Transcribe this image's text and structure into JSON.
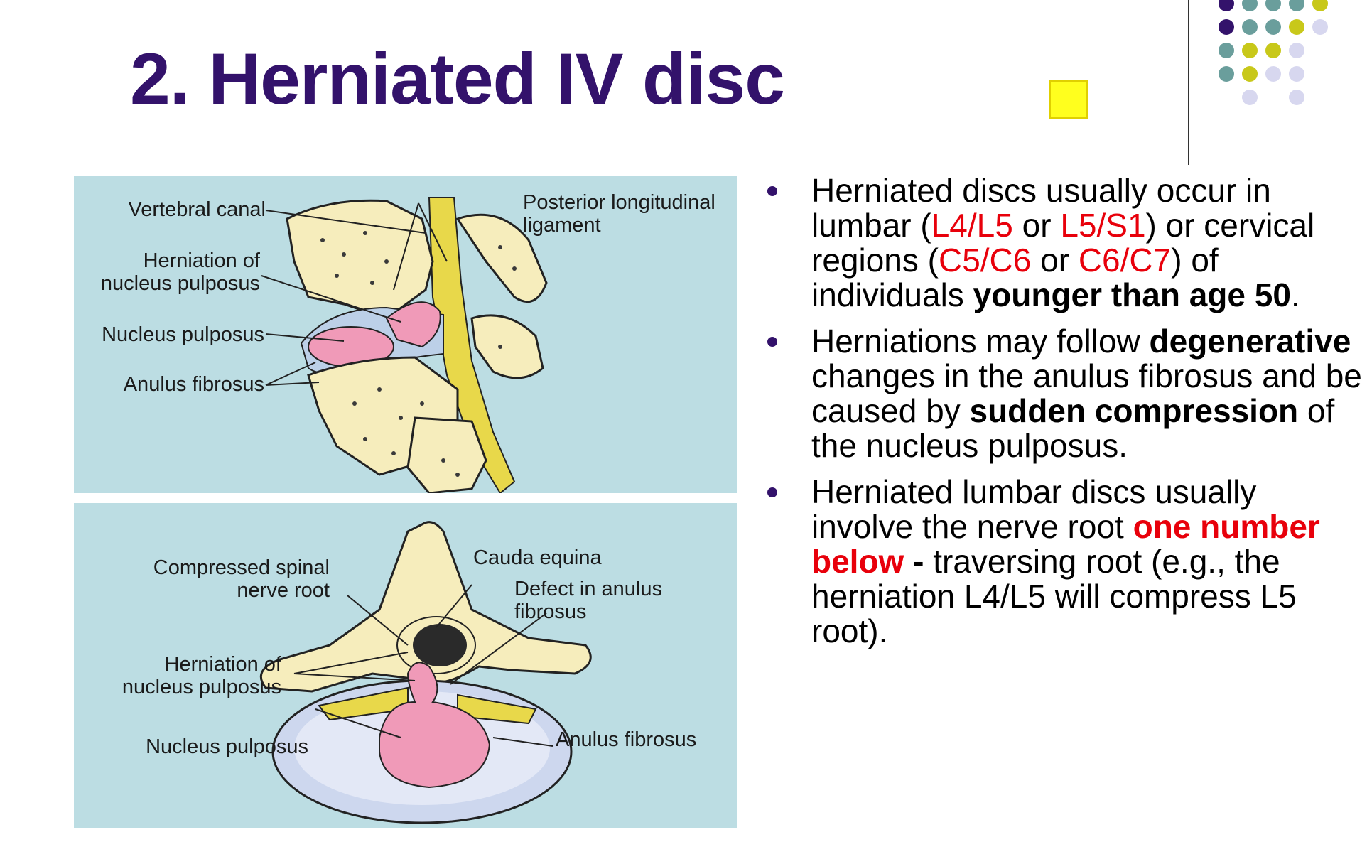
{
  "slide": {
    "title": "2. Herniated IV disc"
  },
  "decor": {
    "dot_grid": [
      [
        "purple",
        "teal",
        "teal",
        "teal",
        "olive"
      ],
      [
        "purple",
        "teal",
        "teal",
        "olive",
        "lavender"
      ],
      [
        "teal",
        "olive",
        "olive",
        "lavender",
        ""
      ],
      [
        "teal",
        "olive",
        "lavender",
        "lavender",
        ""
      ],
      [
        "",
        "lavender",
        "",
        "lavender",
        ""
      ]
    ],
    "colors": {
      "purple": "#33126b",
      "teal": "#6a9e9c",
      "olive": "#c8c81a",
      "lavender": "#d7d7ef",
      "accent_red": "#e8000b",
      "panel_bg": "#bcdde3"
    }
  },
  "figures": {
    "sagittal": {
      "labels": {
        "vertebral_canal": "Vertebral canal",
        "herniation_1": "Herniation of",
        "herniation_2": "nucleus pulposus",
        "nucleus_pulposus": "Nucleus pulposus",
        "anulus_fibrosus": "Anulus fibrosus",
        "pll_1": "Posterior longitudinal",
        "pll_2": "ligament"
      }
    },
    "axial": {
      "labels": {
        "compressed_1": "Compressed spinal",
        "compressed_2": "nerve root",
        "cauda_equina": "Cauda equina",
        "defect_1": "Defect in anulus",
        "defect_2": "fibrosus",
        "herniation_1": "Herniation of",
        "herniation_2": "nucleus pulposus",
        "nucleus_pulposus": "Nucleus pulposus",
        "anulus_fibrosus": "Anulus fibrosus"
      }
    }
  },
  "bullets": [
    {
      "t1": "Herniated discs usually occur in lumbar (",
      "r1": "L4/L5",
      "t2": " or ",
      "r2": "L5/S1",
      "t3": ") or cervical regions (",
      "r3": "C5/C6",
      "t4": " or ",
      "r4": "C6/C7",
      "t5": ") of individuals ",
      "b1": "younger than age 50",
      "t6": "."
    },
    {
      "t1": "Herniations may follow ",
      "b1": "degenerative",
      "t2": " changes in the anulus fibrosus and be caused by ",
      "b2": "sudden compression",
      "t3": " of the nucleus pulposus."
    },
    {
      "t1": "Herniated lumbar discs usually involve the nerve root ",
      "rb1": "one number below",
      "b1": " -",
      "t2": " traversing root (e.g., the herniation L4/L5 will compress L5 root)."
    }
  ]
}
